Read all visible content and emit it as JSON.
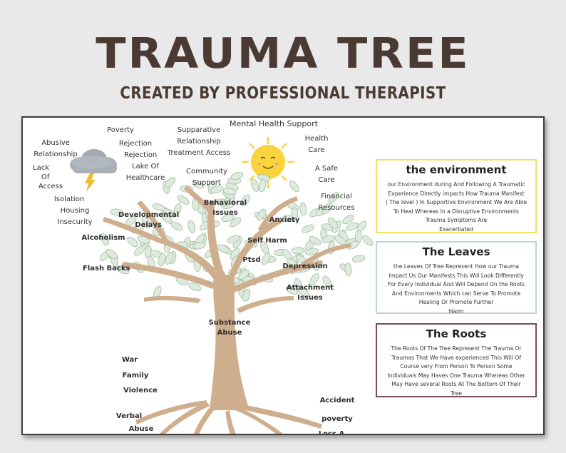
{
  "title": "TRAUMA TREE",
  "subtitle": "CREATED BY PROFESSIONAL THERAPIST",
  "environment_labels": {
    "abusive": [
      "Abusive",
      "Relationship"
    ],
    "poverty": "Poverty",
    "rejection": [
      "Rejection",
      "Rejection"
    ],
    "lake_healthcare": [
      "Lake Of",
      "Healthcare"
    ],
    "supparative": [
      "Supparative",
      "Relationship",
      "Treatment Access"
    ],
    "mental_health": "Mental Health Support",
    "health_care": [
      "Health",
      "Care"
    ],
    "safe_care": [
      "A Safe",
      "Care"
    ],
    "lack_access": [
      "Lack",
      "Of",
      "Access"
    ],
    "community": [
      "Community",
      "Support"
    ],
    "isolation": "Isolation",
    "housing": [
      "Housing",
      "Insecurity"
    ],
    "financial": [
      "Financial",
      "Resources"
    ]
  },
  "leaf_labels": {
    "developmental": [
      "Developmental",
      "Delays"
    ],
    "behavioral": [
      "Behavioral",
      "Issues"
    ],
    "anxiety": "Anxiety",
    "alcoholism": "Alcoholism",
    "self_harm": "Self Harm",
    "ptsd": "Ptsd",
    "flash_backs": "Flash Backs",
    "depression": "Depression",
    "attachment": [
      "Attachment",
      "Issues"
    ],
    "substance": [
      "Substance",
      "Abuse"
    ]
  },
  "root_labels": {
    "war": "War",
    "family": "Family",
    "violence": "Violence",
    "verbal": "Verbal",
    "abuse": "Abuse",
    "accident": "Accident",
    "poverty": "poverty",
    "loss": "Loss A"
  },
  "boxes": {
    "environment": {
      "title": "the environment",
      "lines": [
        "our Environment during And Following A Traumatic",
        "Experience Directly impacts How Trauma Manifest",
        "( The level ) In Supportive Environment We Are Able",
        "To Heal Whereas In a Disruptive Environments",
        "Trauma Symptoms Are",
        "Exacerbated"
      ]
    },
    "leaves": {
      "title": "The Leaves",
      "lines": [
        "the Leaves Of Tree Represent How our Trauma",
        "Impact Us Our Manifests This Will Look Differently",
        "For Every Individual And Will Depend On the Roots",
        "And Environments Which can Serve To Promote",
        "Healing Or Promote Further",
        "Harm"
      ]
    },
    "roots": {
      "title": "The Roots",
      "lines": [
        "The Roots Of The Tree Represent The Trauma Or",
        "Traumas That We Have experienced This Will Of",
        "Course very From Person To Person Some",
        "Individuals May Haves One Trauma Whereas Other",
        "May Have several Roots At The Bottom Of Their",
        "Tree"
      ]
    }
  },
  "colors": {
    "title": "#4a3a33",
    "trunk": "#cfae8e",
    "leaf_fill": "#dfeadf",
    "leaf_stroke": "#9fbf9f",
    "sun": "#f9d43c",
    "cloud": "#9fa7b0",
    "lightning": "#f1b92f",
    "environment_border": "#f2e45a",
    "leaves_border": "#b9d9c9",
    "roots_border": "#7b4c52"
  },
  "icons": [
    "storm-cloud-icon",
    "lightning-icon",
    "sun-icon",
    "tree-illustration"
  ]
}
